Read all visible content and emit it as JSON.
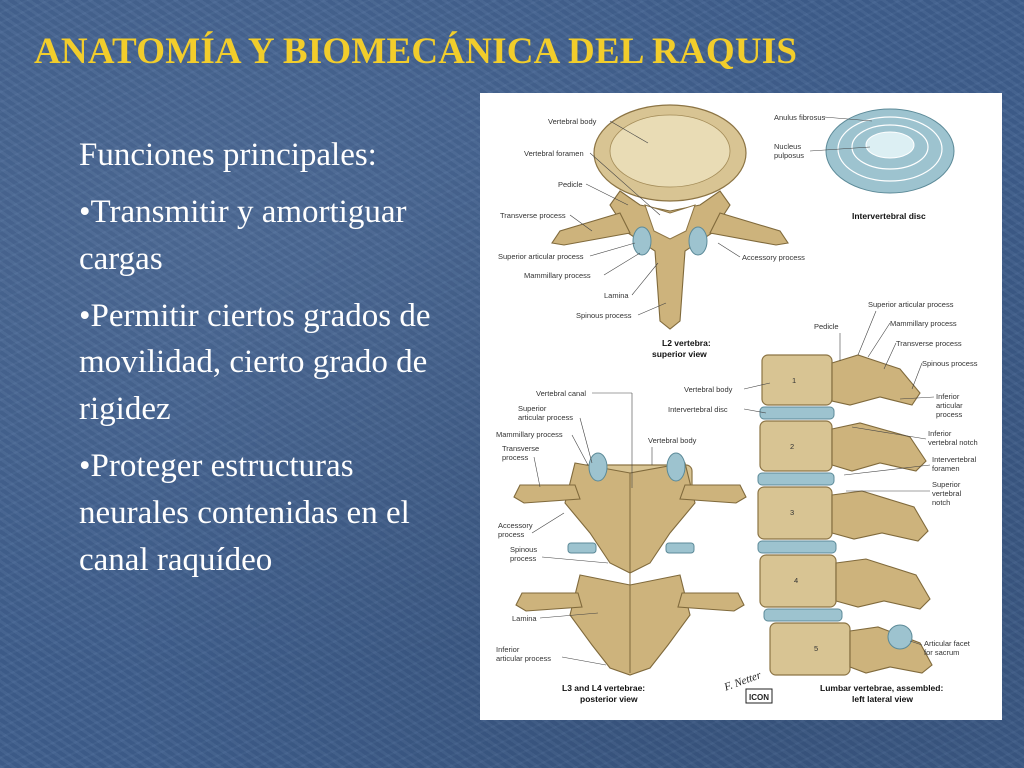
{
  "slide": {
    "title": "ANATOMÍA Y BIOMECÁNICA DEL RAQUIS",
    "heading": "Funciones principales:",
    "bullets": [
      "•Transmitir y amortiguar cargas",
      "•Permitir ciertos grados de movilidad, cierto grado de rigidez",
      "•Proteger estructuras neurales contenidas en el canal raquídeo"
    ]
  },
  "plate": {
    "superior": {
      "labels": [
        "Vertebral body",
        "Vertebral foramen",
        "Pedicle",
        "Transverse process",
        "Superior articular process",
        "Mammillary process",
        "Lamina",
        "Spinous process",
        "Accessory process"
      ],
      "caption": [
        "L2 vertebra:",
        "superior view"
      ]
    },
    "disc": {
      "labels": [
        "Anulus fibrosus",
        "Nucleus",
        "pulposus"
      ],
      "caption": "Intervertebral disc"
    },
    "posterior": {
      "labels": [
        "Vertebral canal",
        "Superior",
        "articular process",
        "Mammillary process",
        "Transverse",
        "process",
        "Vertebral body",
        "Accessory",
        "process",
        "Spinous",
        "process",
        "Lamina",
        "Inferior",
        "articular process"
      ],
      "caption": [
        "L3 and L4 vertebrae:",
        "posterior view"
      ]
    },
    "lateral": {
      "labels": [
        "Superior articular process",
        "Pedicle",
        "Mammillary process",
        "Transverse process",
        "Spinous process",
        "Vertebral body",
        "Intervertebral disc",
        "Inferior",
        "articular",
        "process",
        "Inferior",
        "vertebral notch",
        "Intervertebral",
        "foramen",
        "Superior",
        "vertebral",
        "notch",
        "Articular facet",
        "for sacrum"
      ],
      "numbers": [
        "1",
        "2",
        "3",
        "4",
        "5"
      ],
      "caption": [
        "Lumbar vertebrae, assembled:",
        "left lateral view"
      ]
    },
    "signature": "F. Netter",
    "logo": "ICON"
  },
  "colors": {
    "background": "#3f5f8e",
    "title": "#f2cd2b",
    "text": "#ffffff"
  }
}
